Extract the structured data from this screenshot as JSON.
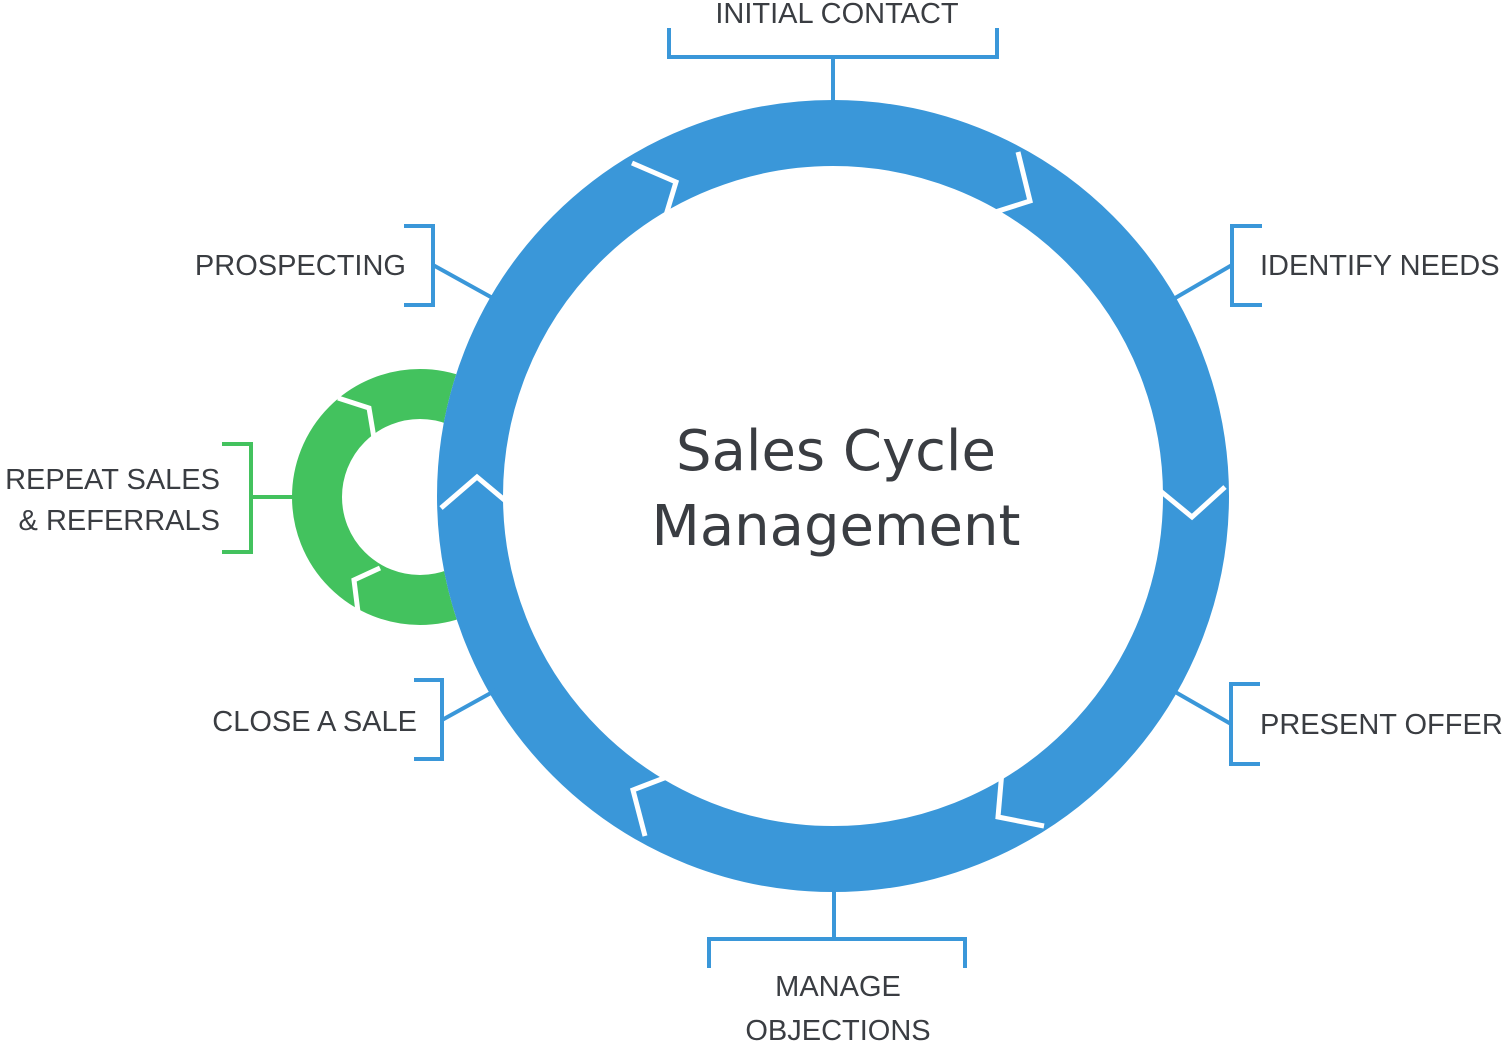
{
  "title": {
    "line1": "Sales Cycle",
    "line2": "Management"
  },
  "stages": {
    "initial_contact": "INITIAL CONTACT",
    "identify_needs": "IDENTIFY NEEDS",
    "present_offer": "PRESENT OFFER",
    "manage_objections_line1": "MANAGE",
    "manage_objections_line2": "OBJECTIONS",
    "close_a_sale": "CLOSE A SALE",
    "prospecting": "PROSPECTING",
    "repeat_sales_line1": "REPEAT SALES",
    "repeat_sales_line2": "& REFERRALS"
  },
  "colors": {
    "main_cycle": "#3a97d9",
    "repeat_cycle": "#43c25e",
    "text": "#3a3d42"
  }
}
